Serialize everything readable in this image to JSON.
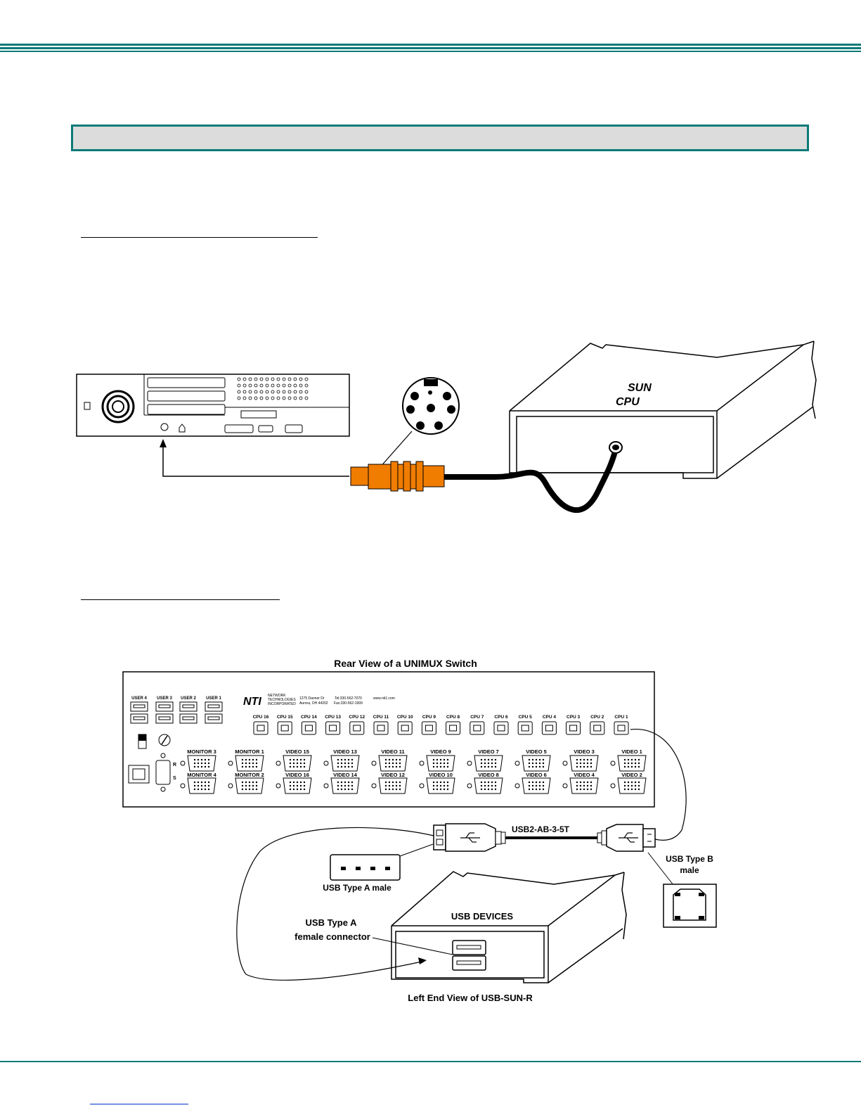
{
  "figure1": {
    "cpu_label_line1": "SUN",
    "cpu_label_line2": "CPU"
  },
  "figure2": {
    "title": "Rear View of a UNIMUX Switch",
    "company": {
      "logo": "NTI",
      "logo_sub1": "NETWORK",
      "logo_sub2": "TECHNOLOGIES",
      "logo_sub3": "INCORPORATED",
      "address1": "1275 Danner Dr",
      "address2": "Aurora, OH 44202",
      "tel": "Tel:330-562-7070",
      "fax": "Fax:330-562-1999",
      "web": "www.nti1.com"
    },
    "user_ports": [
      "USER 4",
      "USER 3",
      "USER 2",
      "USER 1"
    ],
    "cpu_ports": [
      "CPU 16",
      "CPU 15",
      "CPU 14",
      "CPU 13",
      "CPU 12",
      "CPU 11",
      "CPU 10",
      "CPU 9",
      "CPU 8",
      "CPU 7",
      "CPU 6",
      "CPU 5",
      "CPU 4",
      "CPU 3",
      "CPU 2",
      "CPU 1"
    ],
    "video_top": [
      "MONITOR 3",
      "MONITOR 1",
      "VIDEO 15",
      "VIDEO 13",
      "VIDEO 11",
      "VIDEO 9",
      "VIDEO 7",
      "VIDEO 5",
      "VIDEO 3",
      "VIDEO 1"
    ],
    "video_bottom": [
      "MONITOR 4",
      "MONITOR 2",
      "VIDEO 16",
      "VIDEO 14",
      "VIDEO 12",
      "VIDEO 10",
      "VIDEO 8",
      "VIDEO 6",
      "VIDEO 4",
      "VIDEO 2"
    ],
    "rs_r": "R",
    "rs_s": "S",
    "cable_label": "USB2-AB-3-5T",
    "usb_a_label": "USB Type A male",
    "usb_b_label1": "USB Type B",
    "usb_b_label2": "male",
    "devices_label": "USB DEVICES",
    "female_label1": "USB Type A",
    "female_label2": "female connector",
    "caption": "Left End View of USB-SUN-R"
  }
}
